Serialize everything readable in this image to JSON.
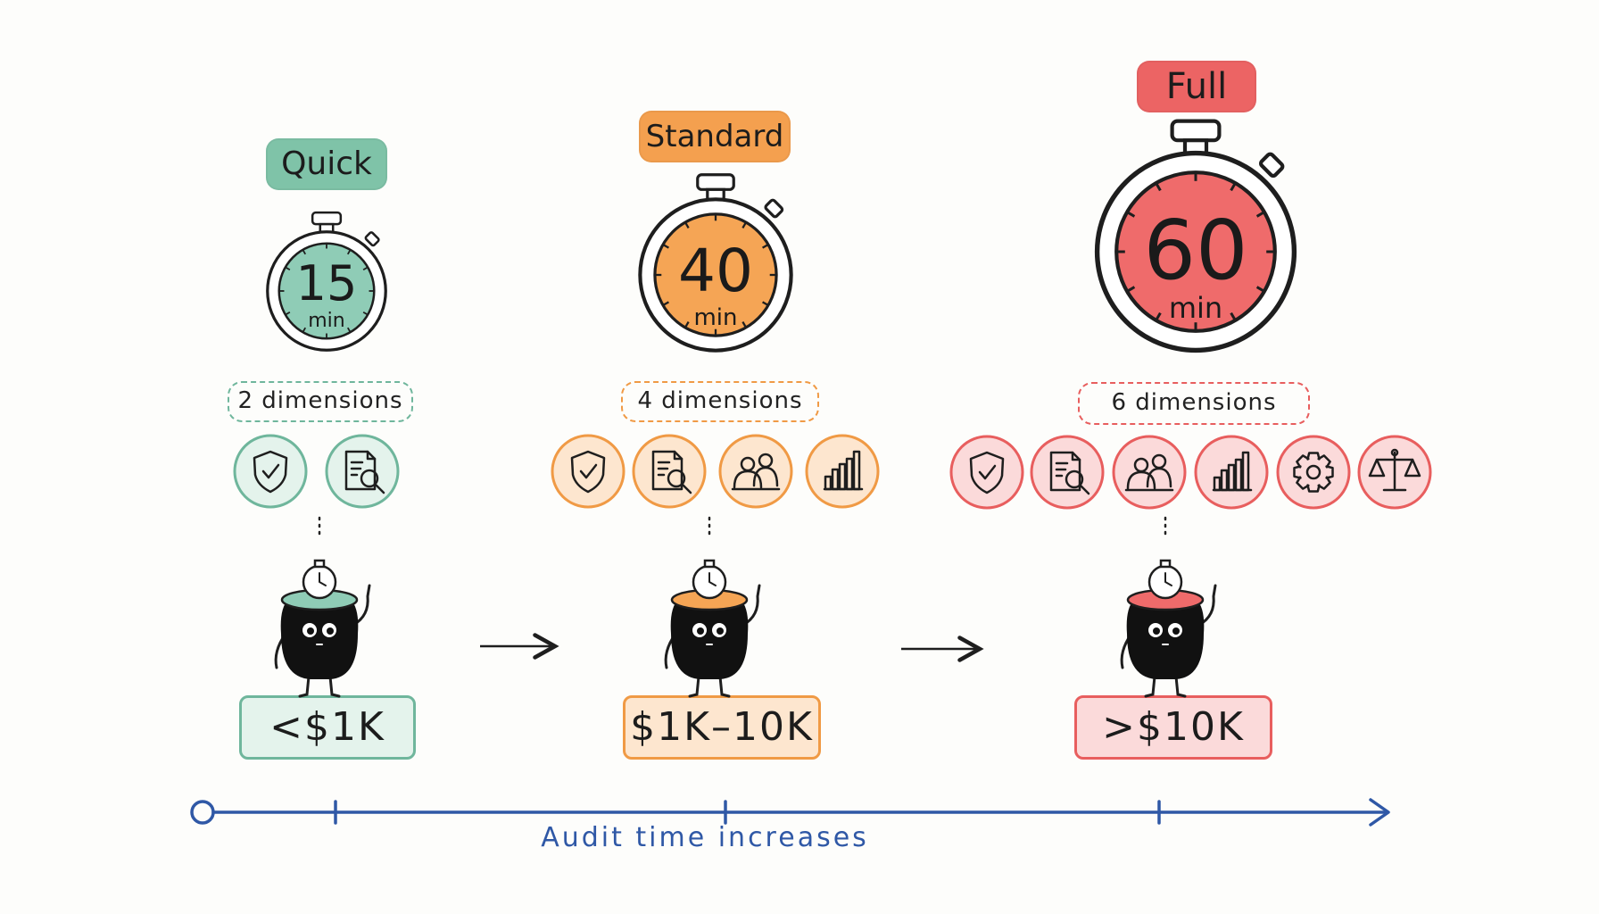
{
  "tiers": [
    {
      "name": "Quick",
      "time_value": "15",
      "time_unit": "min",
      "minutes": 15,
      "dimensions_label": "2 dimensions",
      "dimension_icons": [
        "shield-check-icon",
        "document-search-icon"
      ],
      "price_label": "<$1K",
      "fill_color": "#8fccb6",
      "light_color": "#e4f3ec",
      "border_color": "#6fb69c",
      "title_bg": "#7fc3a8"
    },
    {
      "name": "Standard",
      "time_value": "40",
      "time_unit": "min",
      "minutes": 40,
      "dimensions_label": "4 dimensions",
      "dimension_icons": [
        "shield-check-icon",
        "document-search-icon",
        "people-group-icon",
        "bar-chart-icon"
      ],
      "price_label": "$1K–10K",
      "fill_color": "#f5a555",
      "light_color": "#fde6cf",
      "border_color": "#f09a45",
      "title_bg": "#f4a04f"
    },
    {
      "name": "Full",
      "time_value": "60",
      "time_unit": "min",
      "minutes": 60,
      "dimensions_label": "6 dimensions",
      "dimension_icons": [
        "shield-check-icon",
        "document-search-icon",
        "people-group-icon",
        "bar-chart-icon",
        "gear-icon",
        "scales-icon"
      ],
      "price_label": ">$10K",
      "fill_color": "#ef6b6b",
      "light_color": "#fbdada",
      "border_color": "#e85e5e",
      "title_bg": "#ec6464"
    }
  ],
  "axis": {
    "caption": "Audit time increases",
    "color": "#2f58a6"
  }
}
